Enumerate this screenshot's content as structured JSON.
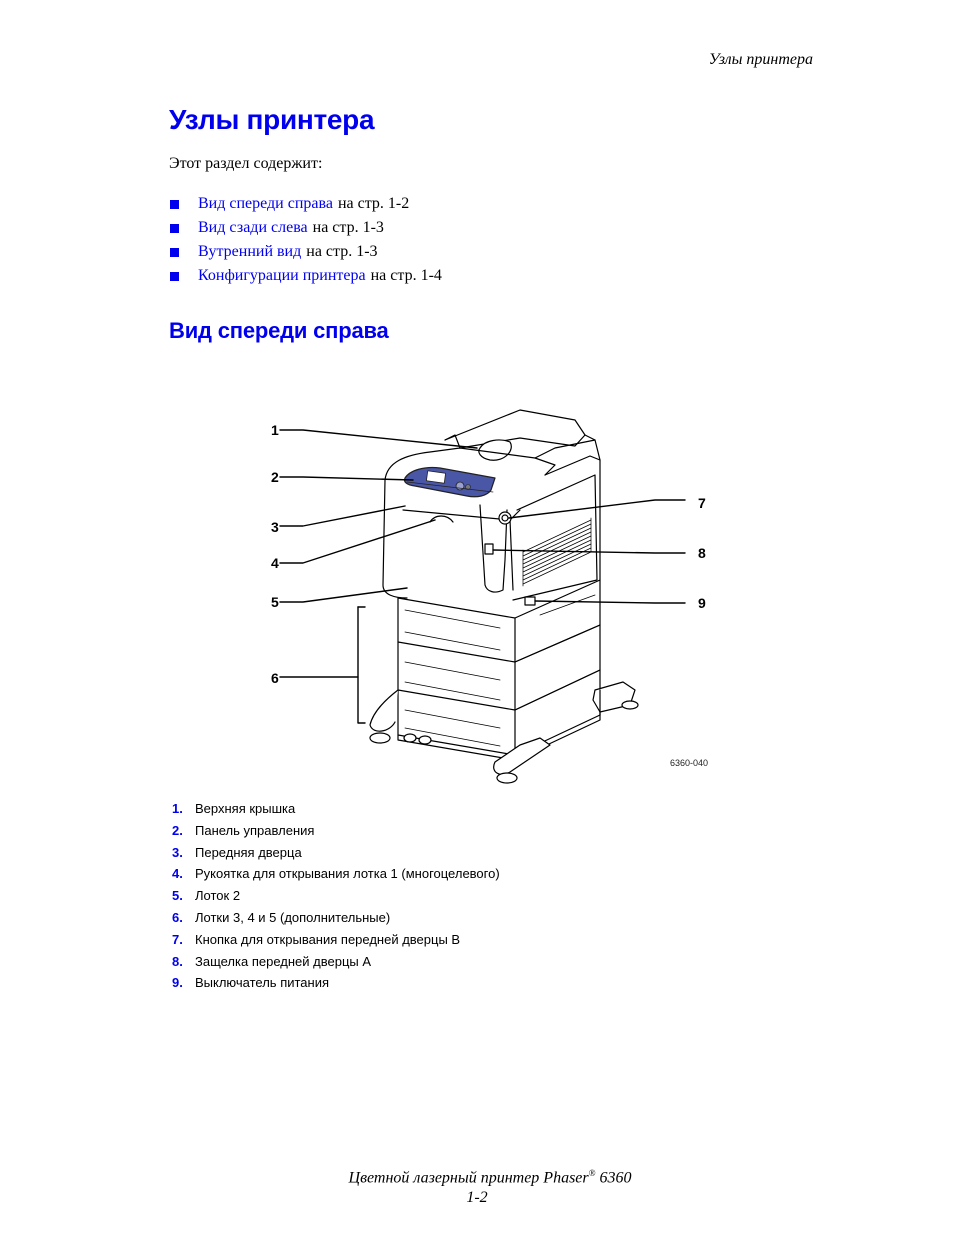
{
  "header": {
    "running_title": "Узлы принтера"
  },
  "page_title": "Узлы принтера",
  "intro_text": "Этот раздел содержит:",
  "toc": [
    {
      "link": "Вид спереди справа",
      "suffix": "на стр. 1-2"
    },
    {
      "link": "Вид сзади слева",
      "suffix": "на стр. 1-3"
    },
    {
      "link": "Вутренний вид",
      "suffix": "на стр. 1-3"
    },
    {
      "link": "Конфигурации принтера",
      "suffix": "на стр. 1-4"
    }
  ],
  "section_title": "Вид спереди справа",
  "figure": {
    "id": "6360-040",
    "callouts": [
      "1",
      "2",
      "3",
      "4",
      "5",
      "6",
      "7",
      "8",
      "9"
    ],
    "panel_color": "#4a56a6"
  },
  "legend": [
    {
      "num": "1.",
      "text": "Верхняя крышка"
    },
    {
      "num": "2.",
      "text": "Панель управления"
    },
    {
      "num": "3.",
      "text": "Передняя дверца"
    },
    {
      "num": "4.",
      "text": "Рукоятка для открывания лотка 1 (многоцелевого)"
    },
    {
      "num": "5.",
      "text": "Лоток 2"
    },
    {
      "num": "6.",
      "text": "Лотки 3, 4 и 5 (дополнительные)"
    },
    {
      "num": "7.",
      "text": "Кнопка для открывания передней дверцы B"
    },
    {
      "num": "8.",
      "text": "Защелка передней дверцы A"
    },
    {
      "num": "9.",
      "text": "Выключатель питания"
    }
  ],
  "footer": {
    "product": "Цветной лазерный принтер Phaser",
    "reg": "®",
    "model": "6360",
    "page_number": "1-2"
  },
  "colors": {
    "accent": "#0000ee",
    "text": "#000000"
  }
}
